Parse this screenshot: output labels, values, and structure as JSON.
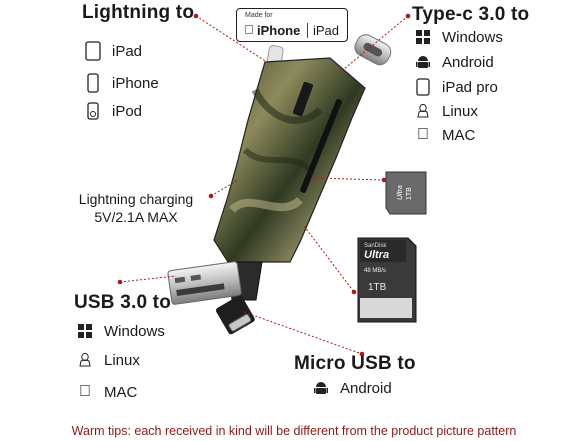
{
  "lightning": {
    "heading": "Lightning to",
    "items": [
      {
        "label": "iPad",
        "icon": "ipad-icon"
      },
      {
        "label": "iPhone",
        "icon": "iphone-icon"
      },
      {
        "label": "iPod",
        "icon": "ipod-icon"
      }
    ]
  },
  "typec": {
    "heading": "Type-c 3.0 to",
    "items": [
      {
        "label": "Windows",
        "icon": "windows-icon"
      },
      {
        "label": "Android",
        "icon": "android-icon"
      },
      {
        "label": "iPad pro",
        "icon": "ipad-icon"
      },
      {
        "label": "Linux",
        "icon": "linux-icon"
      },
      {
        "label": "MAC",
        "icon": "apple-icon"
      }
    ]
  },
  "usb": {
    "heading": "USB 3.0 to",
    "items": [
      {
        "label": "Windows",
        "icon": "windows-icon"
      },
      {
        "label": "Linux",
        "icon": "linux-icon"
      },
      {
        "label": "MAC",
        "icon": "apple-icon"
      }
    ]
  },
  "micro": {
    "heading": "Micro  USB to",
    "items": [
      {
        "label": "Android",
        "icon": "android-icon"
      }
    ]
  },
  "charging": {
    "line1": "Lightning charging",
    "line2": "5V/2.1A MAX"
  },
  "badge": {
    "made_for": "Made for",
    "iphone": "iPhone",
    "ipad": "iPad"
  },
  "microsd": {
    "brand": "Ultra",
    "capacity": "1TB"
  },
  "sd": {
    "maker": "SanDisk",
    "brand": "Ultra",
    "speed": "48 MB/s",
    "capacity": "1TB"
  },
  "warm_tips": "Warm tips: each received in kind will be different from the product picture pattern",
  "colors": {
    "pointer": "#b01818",
    "warm_text": "#8b1a1a",
    "camo_dark": "#2d3a1e",
    "camo_light": "#8a8a55"
  }
}
